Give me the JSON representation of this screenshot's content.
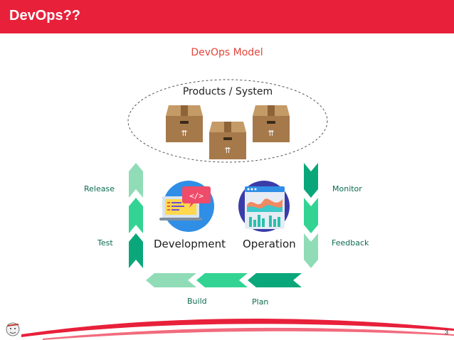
{
  "header": {
    "title": "DevOps??"
  },
  "diagram": {
    "title": "DevOps Model",
    "system_label": "Products / System",
    "left_labels": {
      "release": "Release",
      "test": "Test"
    },
    "right_labels": {
      "monitor": "Monitor",
      "feedback": "Feedback"
    },
    "bottom_labels": {
      "build": "Build",
      "plan": "Plan"
    },
    "center_labels": {
      "development": "Development",
      "operation": "Operation"
    }
  },
  "footer": {
    "page_number": "3"
  },
  "colors": {
    "header_red": "#e8203a",
    "light_green": "#8fdcb7",
    "mid_green": "#33d493",
    "dark_green": "#0aa77a",
    "box_brown": "#a6794a"
  }
}
